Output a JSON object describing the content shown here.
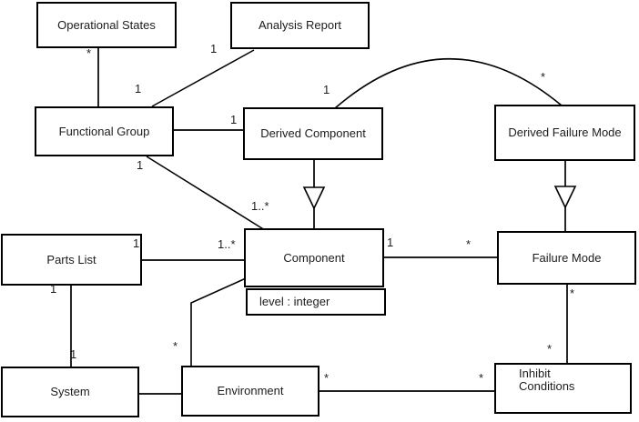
{
  "diagram_type": "uml-class-diagram",
  "colors": {
    "background": "#ffffff",
    "box_fill": "#ffffff",
    "line": "#000000",
    "text": "#1c1c1c"
  },
  "boxes": {
    "operational_states": {
      "label": "Operational States"
    },
    "analysis_report": {
      "label": "Analysis Report"
    },
    "functional_group": {
      "label": "Functional Group"
    },
    "derived_component": {
      "label": "Derived Component"
    },
    "derived_failure_mode": {
      "label": "Derived Failure Mode"
    },
    "parts_list": {
      "label": "Parts List"
    },
    "component": {
      "label": "Component",
      "attribute": "level : integer"
    },
    "failure_mode": {
      "label": "Failure Mode"
    },
    "system": {
      "label": "System"
    },
    "environment": {
      "label": "Environment"
    },
    "inhibit_conditions": {
      "line1": "Inhibit",
      "line2": "Conditions"
    }
  },
  "multiplicities": [
    {
      "text": "*"
    },
    {
      "text": "1"
    },
    {
      "text": "1"
    },
    {
      "text": "1"
    },
    {
      "text": "1"
    },
    {
      "text": "1..*"
    },
    {
      "text": "1"
    },
    {
      "text": "*"
    },
    {
      "text": "1"
    },
    {
      "text": "1..*"
    },
    {
      "text": "1"
    },
    {
      "text": "1"
    },
    {
      "text": "1"
    },
    {
      "text": "*"
    },
    {
      "text": "*"
    },
    {
      "text": "*"
    },
    {
      "text": "*"
    },
    {
      "text": "*"
    },
    {
      "text": "*"
    }
  ]
}
